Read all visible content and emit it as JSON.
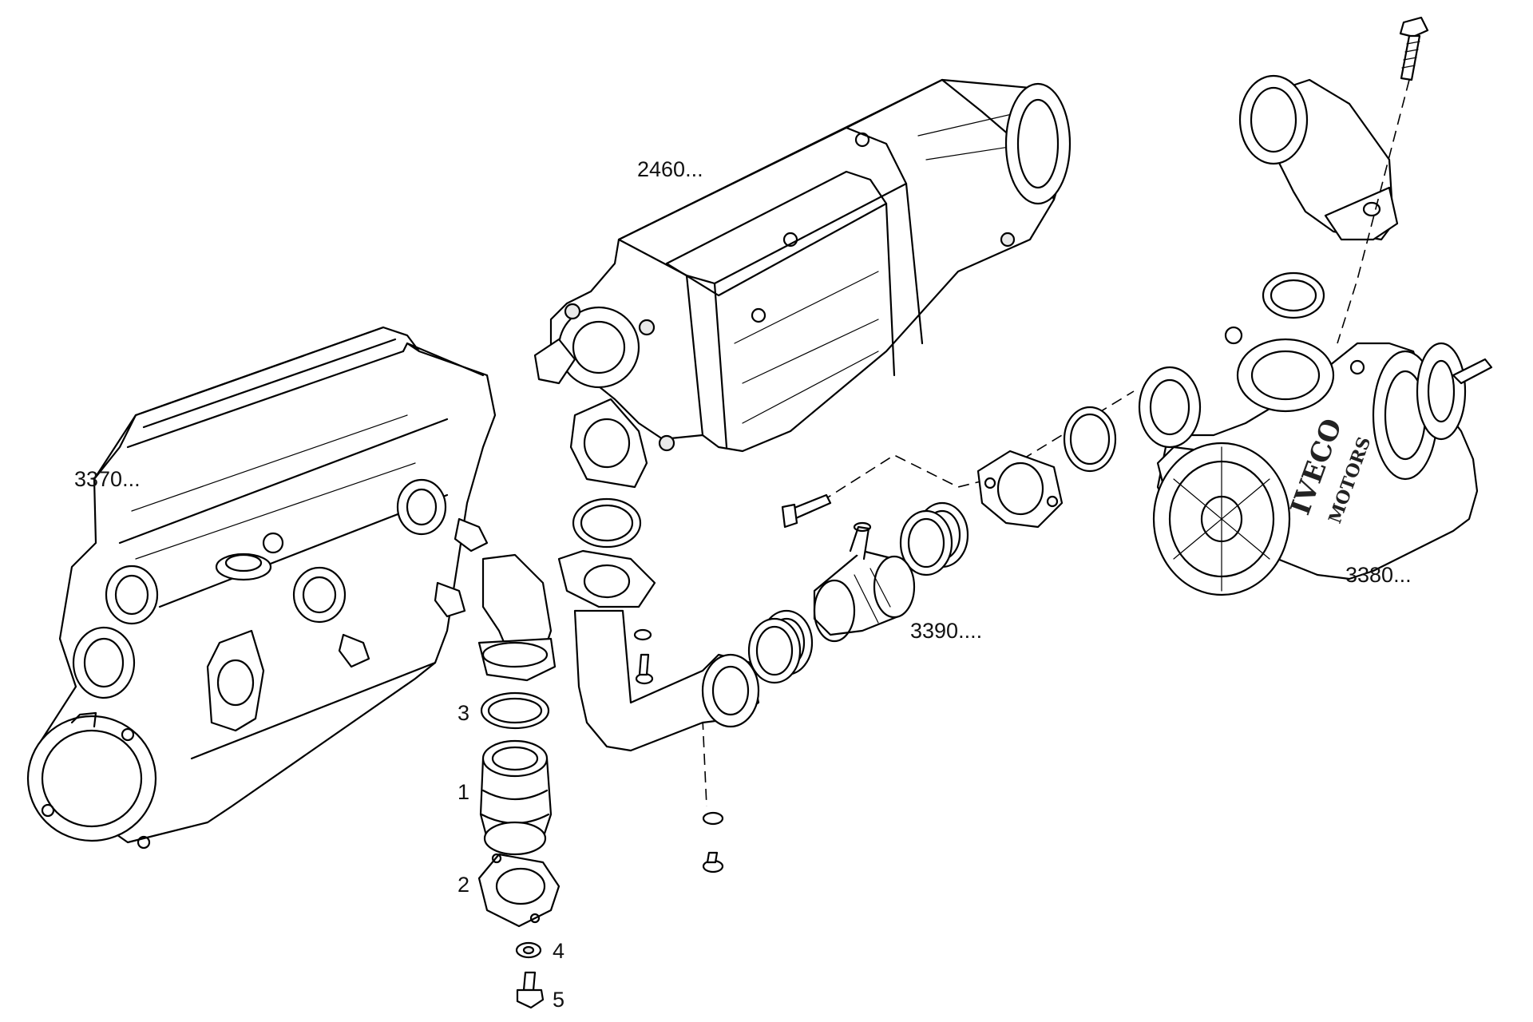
{
  "callouts": {
    "c3370": "3370...",
    "c2460": "2460...",
    "c3380": "3380...",
    "c3390": "3390....",
    "n3": "3",
    "n1": "1",
    "n2": "2",
    "n4": "4",
    "n5": "5"
  },
  "brand": {
    "line1": "IVECO",
    "line2": "MOTORS"
  }
}
